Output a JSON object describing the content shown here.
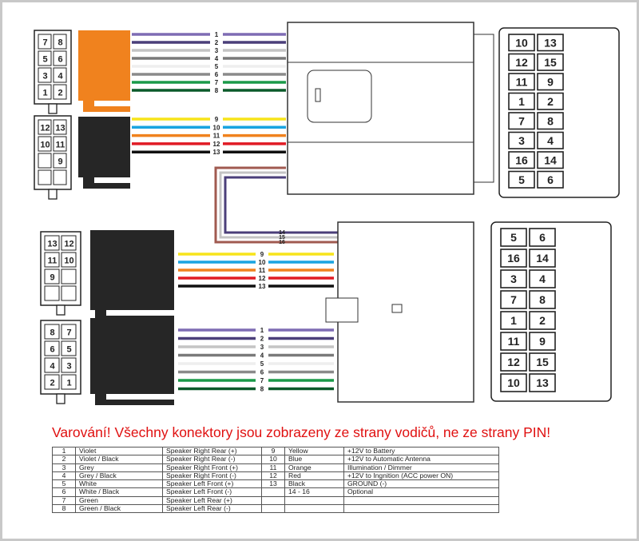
{
  "warning": "Varování! Všechny konektory jsou zobrazeny ze strany vodičů, ne ze strany PIN!",
  "colors": {
    "violet": "#7e6cb4",
    "violet_black": "#4b3f7a",
    "grey": "#c4c4c4",
    "grey_black": "#7a7a7a",
    "white": "#eeeeee",
    "white_black": "#8a8a8a",
    "green": "#1a9a48",
    "green_black": "#0b5a2a",
    "yellow": "#f7e41a",
    "blue": "#1aa4e0",
    "orange": "#f0821e",
    "red": "#e01b24",
    "black": "#111111",
    "brown": "#a05a50",
    "block_orange": "#f0821e",
    "block_black": "#262626"
  },
  "wires_speaker": [
    {
      "n": "1",
      "c": "violet"
    },
    {
      "n": "2",
      "c": "violet_black"
    },
    {
      "n": "3",
      "c": "grey"
    },
    {
      "n": "4",
      "c": "grey_black"
    },
    {
      "n": "5",
      "c": "white"
    },
    {
      "n": "6",
      "c": "white_black"
    },
    {
      "n": "7",
      "c": "green"
    },
    {
      "n": "8",
      "c": "green_black"
    }
  ],
  "wires_power": [
    {
      "n": "9",
      "c": "yellow"
    },
    {
      "n": "10",
      "c": "blue"
    },
    {
      "n": "11",
      "c": "orange"
    },
    {
      "n": "12",
      "c": "red"
    },
    {
      "n": "13",
      "c": "black"
    }
  ],
  "wires_optional": [
    {
      "n": "14",
      "c": "violet_black"
    },
    {
      "n": "15",
      "c": "grey"
    },
    {
      "n": "16",
      "c": "brown"
    }
  ],
  "iso_speaker_pins": [
    [
      "7",
      "8"
    ],
    [
      "5",
      "6"
    ],
    [
      "3",
      "4"
    ],
    [
      "1",
      "2"
    ]
  ],
  "iso_power_pins": [
    [
      "12",
      "13"
    ],
    [
      "10",
      "11"
    ],
    [
      "",
      "9"
    ],
    [
      "",
      ""
    ]
  ],
  "car_power_pins": [
    [
      "13",
      "12"
    ],
    [
      "11",
      "10"
    ],
    [
      "9",
      ""
    ],
    [
      "",
      ""
    ]
  ],
  "car_speaker_pins": [
    [
      "8",
      "7"
    ],
    [
      "6",
      "5"
    ],
    [
      "4",
      "3"
    ],
    [
      "2",
      "1"
    ]
  ],
  "top_connector_pins": [
    [
      "10",
      "13"
    ],
    [
      "12",
      "15"
    ],
    [
      "11",
      "9"
    ],
    [
      "1",
      "2"
    ],
    [
      "7",
      "8"
    ],
    [
      "3",
      "4"
    ],
    [
      "16",
      "14"
    ],
    [
      "5",
      "6"
    ]
  ],
  "bottom_connector_pins": [
    [
      "5",
      "6"
    ],
    [
      "16",
      "14"
    ],
    [
      "3",
      "4"
    ],
    [
      "7",
      "8"
    ],
    [
      "1",
      "2"
    ],
    [
      "11",
      "9"
    ],
    [
      "12",
      "15"
    ],
    [
      "10",
      "13"
    ]
  ],
  "table": [
    [
      "1",
      "Violet",
      "Speaker Right Rear (+)",
      "9",
      "Yellow",
      "+12V to Battery"
    ],
    [
      "2",
      "Violet / Black",
      "Speaker Right Rear (-)",
      "10",
      "Blue",
      "+12V to Automatic Antenna"
    ],
    [
      "3",
      "Grey",
      "Speaker Right Front (+)",
      "11",
      "Orange",
      "Illumination / Dimmer"
    ],
    [
      "4",
      "Grey / Black",
      "Speaker Right Front (-)",
      "12",
      "Red",
      "+12V to Ingnition (ACC power ON)"
    ],
    [
      "5",
      "White",
      "Speaker Left Front (+)",
      "13",
      "Black",
      "GROUND (-)"
    ],
    [
      "6",
      "White / Black",
      "Speaker Left Front (-)",
      "",
      "14 - 16",
      "Optional"
    ],
    [
      "7",
      "Green",
      "Speaker Left Rear (+)",
      "",
      "",
      ""
    ],
    [
      "8",
      "Green / Black",
      "Speaker Left Rear (-)",
      "",
      "",
      ""
    ]
  ]
}
